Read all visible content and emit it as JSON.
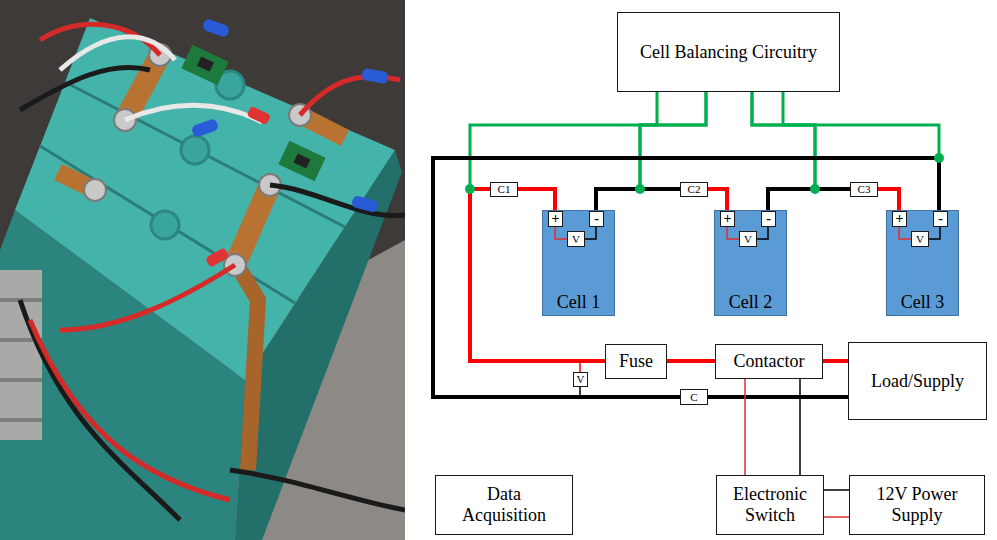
{
  "diagram": {
    "nodes": [
      {
        "text": [
          "Cell Balancing Circuitry"
        ]
      },
      {
        "text": [
          "C1"
        ]
      },
      {
        "text": [
          "Cell 1"
        ]
      },
      {
        "text": [
          "+"
        ],
        "in": 2
      },
      {
        "text": [
          "-"
        ],
        "in": 2
      },
      {
        "text": [
          "V"
        ],
        "in": 2
      },
      {
        "text": [
          "C2"
        ]
      },
      {
        "text": [
          "Cell 2"
        ]
      },
      {
        "text": [
          "+"
        ],
        "in": 7
      },
      {
        "text": [
          "-"
        ],
        "in": 7
      },
      {
        "text": [
          "V"
        ],
        "in": 7
      },
      {
        "text": [
          "C3"
        ]
      },
      {
        "text": [
          "Cell 3"
        ]
      },
      {
        "text": [
          "+"
        ],
        "in": 12
      },
      {
        "text": [
          "-"
        ],
        "in": 12
      },
      {
        "text": [
          "V"
        ],
        "in": 12
      },
      {
        "text": [
          "Fuse"
        ]
      },
      {
        "text": [
          "Contactor"
        ]
      },
      {
        "text": [
          "Load/Supply"
        ]
      },
      {
        "text": [
          "V"
        ]
      },
      {
        "text": [
          "C"
        ]
      },
      {
        "text": [
          "Data Acquisition"
        ]
      },
      {
        "text": [
          "Electronic Switch"
        ]
      },
      {
        "text": [
          "12V Power Supply"
        ]
      }
    ],
    "edges": [
      {
        "from": 0,
        "to": 1,
        "arrow": "none"
      },
      {
        "from": 0,
        "to": 4,
        "arrow": "none"
      },
      {
        "from": 0,
        "to": 6,
        "arrow": "none"
      },
      {
        "from": 0,
        "to": 9,
        "arrow": "none"
      },
      {
        "from": 0,
        "to": 11,
        "arrow": "none"
      },
      {
        "from": 0,
        "to": 14,
        "arrow": "none"
      },
      {
        "from": 1,
        "to": 3,
        "arrow": "none"
      },
      {
        "from": 3,
        "to": 5,
        "arrow": "none"
      },
      {
        "from": 4,
        "to": 5,
        "arrow": "none"
      },
      {
        "from": 4,
        "to": 6,
        "arrow": "none"
      },
      {
        "from": 6,
        "to": 8,
        "arrow": "none"
      },
      {
        "from": 8,
        "to": 10,
        "arrow": "none"
      },
      {
        "from": 9,
        "to": 10,
        "arrow": "none"
      },
      {
        "from": 9,
        "to": 11,
        "arrow": "none"
      },
      {
        "from": 11,
        "to": 13,
        "arrow": "none"
      },
      {
        "from": 13,
        "to": 15,
        "arrow": "none"
      },
      {
        "from": 14,
        "to": 15,
        "arrow": "none"
      },
      {
        "from": 14,
        "to": 20,
        "arrow": "none"
      },
      {
        "from": 20,
        "to": 18,
        "arrow": "none"
      },
      {
        "from": 1,
        "to": 16,
        "arrow": "none"
      },
      {
        "from": 16,
        "to": 17,
        "arrow": "none"
      },
      {
        "from": 17,
        "to": 18,
        "arrow": "none"
      },
      {
        "from": 1,
        "to": 19,
        "arrow": "none"
      },
      {
        "from": 19,
        "to": 20,
        "arrow": "none"
      },
      {
        "from": 17,
        "to": 22,
        "arrow": "none"
      },
      {
        "from": 17,
        "to": 22,
        "arrow": "none"
      },
      {
        "from": 22,
        "to": 23,
        "arrow": "none"
      },
      {
        "from": 22,
        "to": 23,
        "arrow": "none"
      }
    ]
  }
}
